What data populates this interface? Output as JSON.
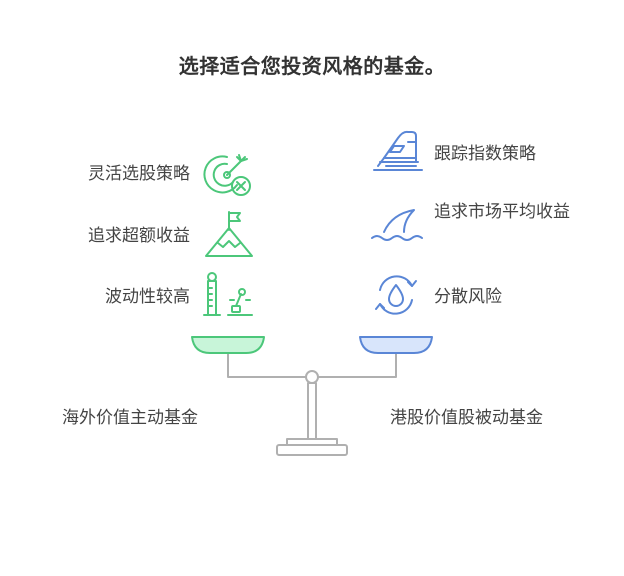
{
  "title": "选择适合您投资风格的基金。",
  "left": {
    "items": [
      {
        "label": "灵活选股策略",
        "icon": "target-icon"
      },
      {
        "label": "追求超额收益",
        "icon": "mountain-flag-icon"
      },
      {
        "label": "波动性较高",
        "icon": "test-strength-icon"
      }
    ],
    "fund": "海外价值主动基金"
  },
  "right": {
    "items": [
      {
        "label": "跟踪指数策略",
        "icon": "train-icon"
      },
      {
        "label": "追求市场平均收益",
        "icon": "shark-fin-icon"
      },
      {
        "label": "分散风险",
        "icon": "water-cycle-icon"
      }
    ],
    "fund": "港股价值股被动基金"
  },
  "colors": {
    "green": "#4cc77a",
    "green_fill": "#c8f5d9",
    "blue": "#5a86d6",
    "blue_fill": "#d8e5fb",
    "gray": "#b0b0b0"
  }
}
